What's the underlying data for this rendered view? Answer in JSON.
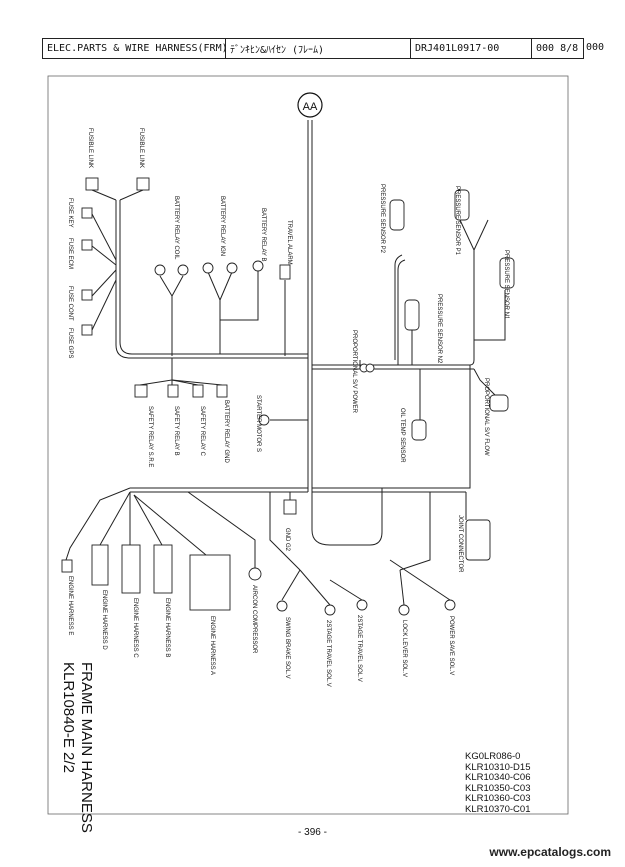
{
  "header": {
    "title": "ELEC.PARTS & WIRE HARNESS(FRM)",
    "subtitle": "ﾃﾞﾝｷﾋﾝ&ﾊｲｾﾝ (ﾌﾚｰﾑ)",
    "doc_number": "DRJ401L0917-00",
    "page": "000  8/8",
    "extra": "000"
  },
  "connector_ref": "AA",
  "labels": {
    "fusible_link_1": "FUSIBLE LINK",
    "fusible_link_2": "FUSIBLE LINK",
    "fuse_key": "FUSE KEY",
    "fuse_ecm": "FUSE ECM",
    "fuse_cont": "FUSE CONT",
    "fuse_gps": "FUSE GPS",
    "battery_relay_coil": "BATTERY RELAY COIL",
    "battery_relay_ign": "BATTERY RELAY IGN",
    "battery_relay_b": "BATTERY RELAY B",
    "travel_alarm": "TRAVEL ALARM",
    "pressure_sensor_p2": "PRESSURE SENSOR P2",
    "pressure_sensor_p1": "PRESSURE SENSOR P1",
    "pressure_sensor_n1": "PRESSURE SENSOR N1",
    "pressure_sensor_n2": "PRESSURE SENSOR N2",
    "proportional_sv_power": "PROPORTIONAL S/V POWER",
    "proportional_sv_flow": "PROPORTIONAL S/V FLOW",
    "oil_temp_sensor": "OIL TEMP SENSOR",
    "safety_relay_sre": "SAFETY RELAY S.R.E",
    "safety_relay_b": "SAFETY RELAY B",
    "safety_relay_c": "SAFETY RELAY C",
    "battery_relay_gnd": "BATTERY RELAY GND",
    "starter_motor_s": "STARTER MOTOR S",
    "joint_connector": "JOINT CONNECTOR",
    "gnd_g2": "GND G2",
    "aircon_compressor": "AIRCON COMPRESSOR",
    "swing_brake_sol": "SWING BRAKE SOL.V",
    "stage_travel_sol_1": "2STAGE TRAVEL SOL.V",
    "stage_travel_sol_2": "2STAGE TRAVEL SOL.V",
    "lock_lever_sol": "LOCK LEVER SOL.V",
    "power_save_sol": "POWER SAVE SOL.V",
    "engine_harness_e": "ENGINE HARNESS E",
    "engine_harness_d": "ENGINE HARNESS D",
    "engine_harness_c": "ENGINE HARNESS C",
    "engine_harness_b": "ENGINE HARNESS B",
    "engine_harness_a": "ENGINE HARNESS A"
  },
  "title_line1": "FRAME MAIN HARNESS",
  "title_line2": "KLR10840-E 2/2",
  "part_numbers": [
    "KG0LR086-0",
    "KLR10310-D15",
    "KLR10340-C06",
    "KLR10350-C03",
    "KLR10360-C03",
    "KLR10370-C01"
  ],
  "page_number": "- 396 -",
  "footer": "www.epcatalogs.com"
}
